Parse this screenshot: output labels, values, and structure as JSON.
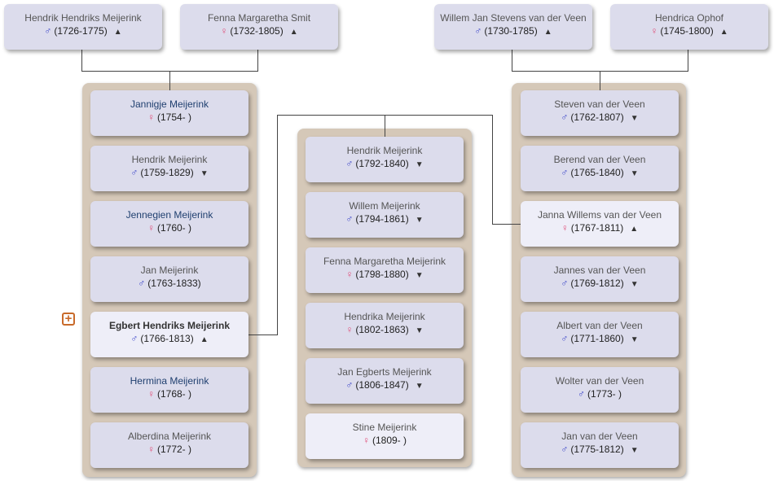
{
  "symbols": {
    "male": "♂",
    "female": "♀"
  },
  "arrows": {
    "up": "▲",
    "down": "▼"
  },
  "expand_button": "+",
  "grandparents": [
    {
      "name": "Hendrik Hendriks Meijerink",
      "gender": "male",
      "years": "(1726-1775)",
      "arrow": "up"
    },
    {
      "name": "Fenna Margaretha Smit",
      "gender": "female",
      "years": "(1732-1805)",
      "arrow": "up"
    },
    {
      "name": "Willem Jan Stevens van der Veen",
      "gender": "male",
      "years": "(1730-1785)",
      "arrow": "up"
    },
    {
      "name": "Hendrica Ophof",
      "gender": "female",
      "years": "(1745-1800)",
      "arrow": "up"
    }
  ],
  "father_siblings": [
    {
      "name": "Jannigje Meijerink",
      "gender": "female",
      "years": "(1754- )",
      "arrow": "none",
      "style": "blue"
    },
    {
      "name": "Hendrik Meijerink",
      "gender": "male",
      "years": "(1759-1829)",
      "arrow": "down",
      "style": "normal"
    },
    {
      "name": "Jennegien Meijerink",
      "gender": "female",
      "years": "(1760- )",
      "arrow": "none",
      "style": "blue"
    },
    {
      "name": "Jan Meijerink",
      "gender": "male",
      "years": "(1763-1833)",
      "arrow": "none",
      "style": "normal"
    },
    {
      "name": "Egbert Hendriks Meijerink",
      "gender": "male",
      "years": "(1766-1813)",
      "arrow": "up",
      "style": "bold"
    },
    {
      "name": "Hermina Meijerink",
      "gender": "female",
      "years": "(1768- )",
      "arrow": "none",
      "style": "blue"
    },
    {
      "name": "Alberdina Meijerink",
      "gender": "female",
      "years": "(1772- )",
      "arrow": "none",
      "style": "normal"
    }
  ],
  "children": [
    {
      "name": "Hendrik Meijerink",
      "gender": "male",
      "years": "(1792-1840)",
      "arrow": "down"
    },
    {
      "name": "Willem Meijerink",
      "gender": "male",
      "years": "(1794-1861)",
      "arrow": "down"
    },
    {
      "name": "Fenna Margaretha Meijerink",
      "gender": "female",
      "years": "(1798-1880)",
      "arrow": "down"
    },
    {
      "name": "Hendrika Meijerink",
      "gender": "female",
      "years": "(1802-1863)",
      "arrow": "down"
    },
    {
      "name": "Jan Egberts Meijerink",
      "gender": "male",
      "years": "(1806-1847)",
      "arrow": "down"
    },
    {
      "name": "Stine Meijerink",
      "gender": "female",
      "years": "(1809- )",
      "arrow": "none"
    }
  ],
  "mother_siblings": [
    {
      "name": "Steven van der Veen",
      "gender": "male",
      "years": "(1762-1807)",
      "arrow": "down"
    },
    {
      "name": "Berend van der Veen",
      "gender": "male",
      "years": "(1765-1840)",
      "arrow": "down"
    },
    {
      "name": "Janna Willems van der Veen",
      "gender": "female",
      "years": "(1767-1811)",
      "arrow": "up"
    },
    {
      "name": "Jannes van der Veen",
      "gender": "male",
      "years": "(1769-1812)",
      "arrow": "down"
    },
    {
      "name": "Albert van der Veen",
      "gender": "male",
      "years": "(1771-1860)",
      "arrow": "down"
    },
    {
      "name": "Wolter van der Veen",
      "gender": "male",
      "years": "(1773- )",
      "arrow": "none"
    },
    {
      "name": "Jan van der Veen",
      "gender": "male",
      "years": "(1775-1812)",
      "arrow": "down"
    }
  ]
}
